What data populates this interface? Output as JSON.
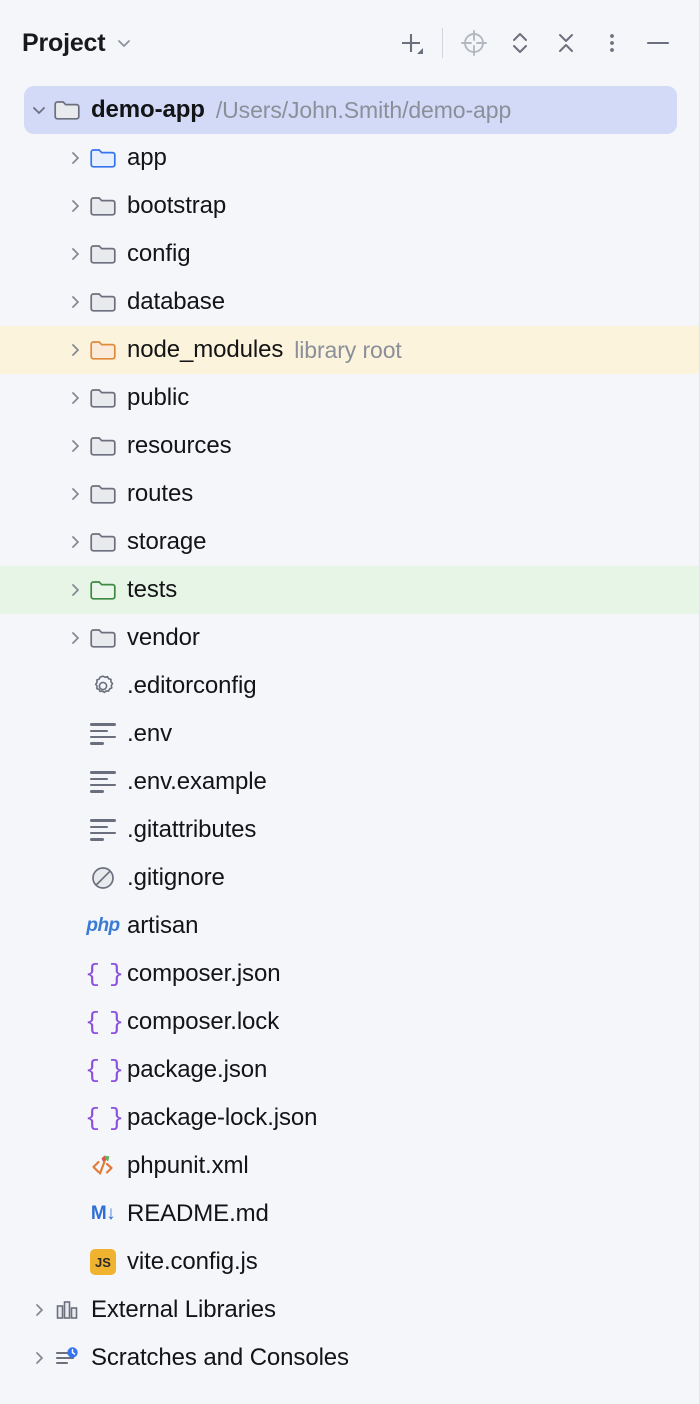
{
  "header": {
    "title": "Project",
    "title_chevron_icon": "chevron-down-icon",
    "actions": [
      {
        "name": "new-item-button",
        "icon": "plus-with-dropdown-icon"
      },
      {
        "name": "separator",
        "icon": "vertical-divider"
      },
      {
        "name": "select-opened-file-button",
        "icon": "crosshair-target-icon"
      },
      {
        "name": "expand-collapse-button",
        "icon": "chevron-up-down-icon"
      },
      {
        "name": "collapse-all-button",
        "icon": "collapse-all-icon"
      },
      {
        "name": "more-options-button",
        "icon": "vertical-ellipsis-icon"
      },
      {
        "name": "hide-tool-window-button",
        "icon": "minus-icon"
      }
    ]
  },
  "colors": {
    "panel_bg": "#f5f6f9",
    "selection_bg": "#d3daf7",
    "library_root_bg": "#fcf3dd",
    "test_root_bg": "#e6f5e6",
    "source_root_folder": "#3574f0",
    "library_root_folder": "#e08a3c",
    "test_root_folder": "#3d8b40",
    "folder_default": "#6c707e",
    "secondary_text": "#8b8f99"
  },
  "tree": [
    {
      "label": "demo-app",
      "secondary": "/Users/John.Smith/demo-app",
      "icon": "folder-icon",
      "icon_variant": "plain",
      "twisty": "expanded",
      "indent": 0,
      "bold": true,
      "state": "selected"
    },
    {
      "label": "app",
      "secondary": "",
      "icon": "folder-icon",
      "icon_variant": "source-root",
      "twisty": "collapsed",
      "indent": 1,
      "bold": false,
      "state": "normal"
    },
    {
      "label": "bootstrap",
      "secondary": "",
      "icon": "folder-icon",
      "icon_variant": "plain",
      "twisty": "collapsed",
      "indent": 1,
      "bold": false,
      "state": "normal"
    },
    {
      "label": "config",
      "secondary": "",
      "icon": "folder-icon",
      "icon_variant": "plain",
      "twisty": "collapsed",
      "indent": 1,
      "bold": false,
      "state": "normal"
    },
    {
      "label": "database",
      "secondary": "",
      "icon": "folder-icon",
      "icon_variant": "plain",
      "twisty": "collapsed",
      "indent": 1,
      "bold": false,
      "state": "normal"
    },
    {
      "label": "node_modules",
      "secondary": "library root",
      "icon": "folder-icon",
      "icon_variant": "library-root",
      "twisty": "collapsed",
      "indent": 1,
      "bold": false,
      "state": "library"
    },
    {
      "label": "public",
      "secondary": "",
      "icon": "folder-icon",
      "icon_variant": "plain",
      "twisty": "collapsed",
      "indent": 1,
      "bold": false,
      "state": "normal"
    },
    {
      "label": "resources",
      "secondary": "",
      "icon": "folder-icon",
      "icon_variant": "plain",
      "twisty": "collapsed",
      "indent": 1,
      "bold": false,
      "state": "normal"
    },
    {
      "label": "routes",
      "secondary": "",
      "icon": "folder-icon",
      "icon_variant": "plain",
      "twisty": "collapsed",
      "indent": 1,
      "bold": false,
      "state": "normal"
    },
    {
      "label": "storage",
      "secondary": "",
      "icon": "folder-icon",
      "icon_variant": "plain",
      "twisty": "collapsed",
      "indent": 1,
      "bold": false,
      "state": "normal"
    },
    {
      "label": "tests",
      "secondary": "",
      "icon": "folder-icon",
      "icon_variant": "test-root",
      "twisty": "collapsed",
      "indent": 1,
      "bold": false,
      "state": "tests"
    },
    {
      "label": "vendor",
      "secondary": "",
      "icon": "folder-icon",
      "icon_variant": "plain",
      "twisty": "collapsed",
      "indent": 1,
      "bold": false,
      "state": "normal"
    },
    {
      "label": ".editorconfig",
      "secondary": "",
      "icon": "gear-icon",
      "icon_variant": "",
      "twisty": "none",
      "indent": 1,
      "bold": false,
      "state": "normal"
    },
    {
      "label": ".env",
      "secondary": "",
      "icon": "text-lines-icon",
      "icon_variant": "",
      "twisty": "none",
      "indent": 1,
      "bold": false,
      "state": "normal"
    },
    {
      "label": ".env.example",
      "secondary": "",
      "icon": "text-lines-icon",
      "icon_variant": "",
      "twisty": "none",
      "indent": 1,
      "bold": false,
      "state": "normal"
    },
    {
      "label": ".gitattributes",
      "secondary": "",
      "icon": "text-lines-icon",
      "icon_variant": "",
      "twisty": "none",
      "indent": 1,
      "bold": false,
      "state": "normal"
    },
    {
      "label": ".gitignore",
      "secondary": "",
      "icon": "ignored-file-icon",
      "icon_variant": "",
      "twisty": "none",
      "indent": 1,
      "bold": false,
      "state": "normal"
    },
    {
      "label": "artisan",
      "secondary": "",
      "icon": "php-file-icon",
      "icon_variant": "",
      "twisty": "none",
      "indent": 1,
      "bold": false,
      "state": "normal"
    },
    {
      "label": "composer.json",
      "secondary": "",
      "icon": "json-file-icon",
      "icon_variant": "",
      "twisty": "none",
      "indent": 1,
      "bold": false,
      "state": "normal"
    },
    {
      "label": "composer.lock",
      "secondary": "",
      "icon": "json-file-icon",
      "icon_variant": "",
      "twisty": "none",
      "indent": 1,
      "bold": false,
      "state": "normal"
    },
    {
      "label": "package.json",
      "secondary": "",
      "icon": "json-file-icon",
      "icon_variant": "",
      "twisty": "none",
      "indent": 1,
      "bold": false,
      "state": "normal"
    },
    {
      "label": "package-lock.json",
      "secondary": "",
      "icon": "json-file-icon",
      "icon_variant": "",
      "twisty": "none",
      "indent": 1,
      "bold": false,
      "state": "normal"
    },
    {
      "label": "phpunit.xml",
      "secondary": "",
      "icon": "xml-file-icon",
      "icon_variant": "",
      "twisty": "none",
      "indent": 1,
      "bold": false,
      "state": "normal"
    },
    {
      "label": "README.md",
      "secondary": "",
      "icon": "markdown-file-icon",
      "icon_variant": "",
      "twisty": "none",
      "indent": 1,
      "bold": false,
      "state": "normal"
    },
    {
      "label": "vite.config.js",
      "secondary": "",
      "icon": "javascript-file-icon",
      "icon_variant": "",
      "twisty": "none",
      "indent": 1,
      "bold": false,
      "state": "normal"
    },
    {
      "label": "External Libraries",
      "secondary": "",
      "icon": "libraries-icon",
      "icon_variant": "",
      "twisty": "collapsed",
      "indent": 0,
      "bold": false,
      "state": "normal"
    },
    {
      "label": "Scratches and Consoles",
      "secondary": "",
      "icon": "scratches-icon",
      "icon_variant": "",
      "twisty": "collapsed",
      "indent": 0,
      "bold": false,
      "state": "normal"
    }
  ]
}
